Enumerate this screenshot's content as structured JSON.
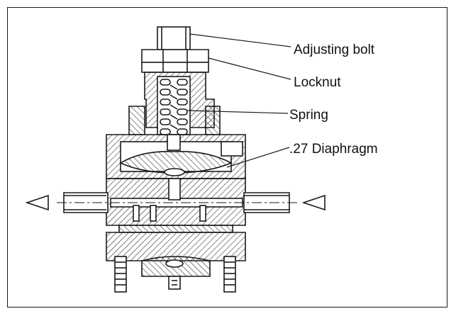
{
  "diagram": {
    "labels": {
      "adjusting_bolt": "Adjusting bolt",
      "locknut": "Locknut",
      "spring": "Spring",
      "diaphragm": ".27 Diaphragm"
    },
    "flow_direction": "left-and-right outlets",
    "colors": {
      "ink": "#1a1a1a",
      "hatch": "#333333",
      "background": "#ffffff"
    }
  }
}
